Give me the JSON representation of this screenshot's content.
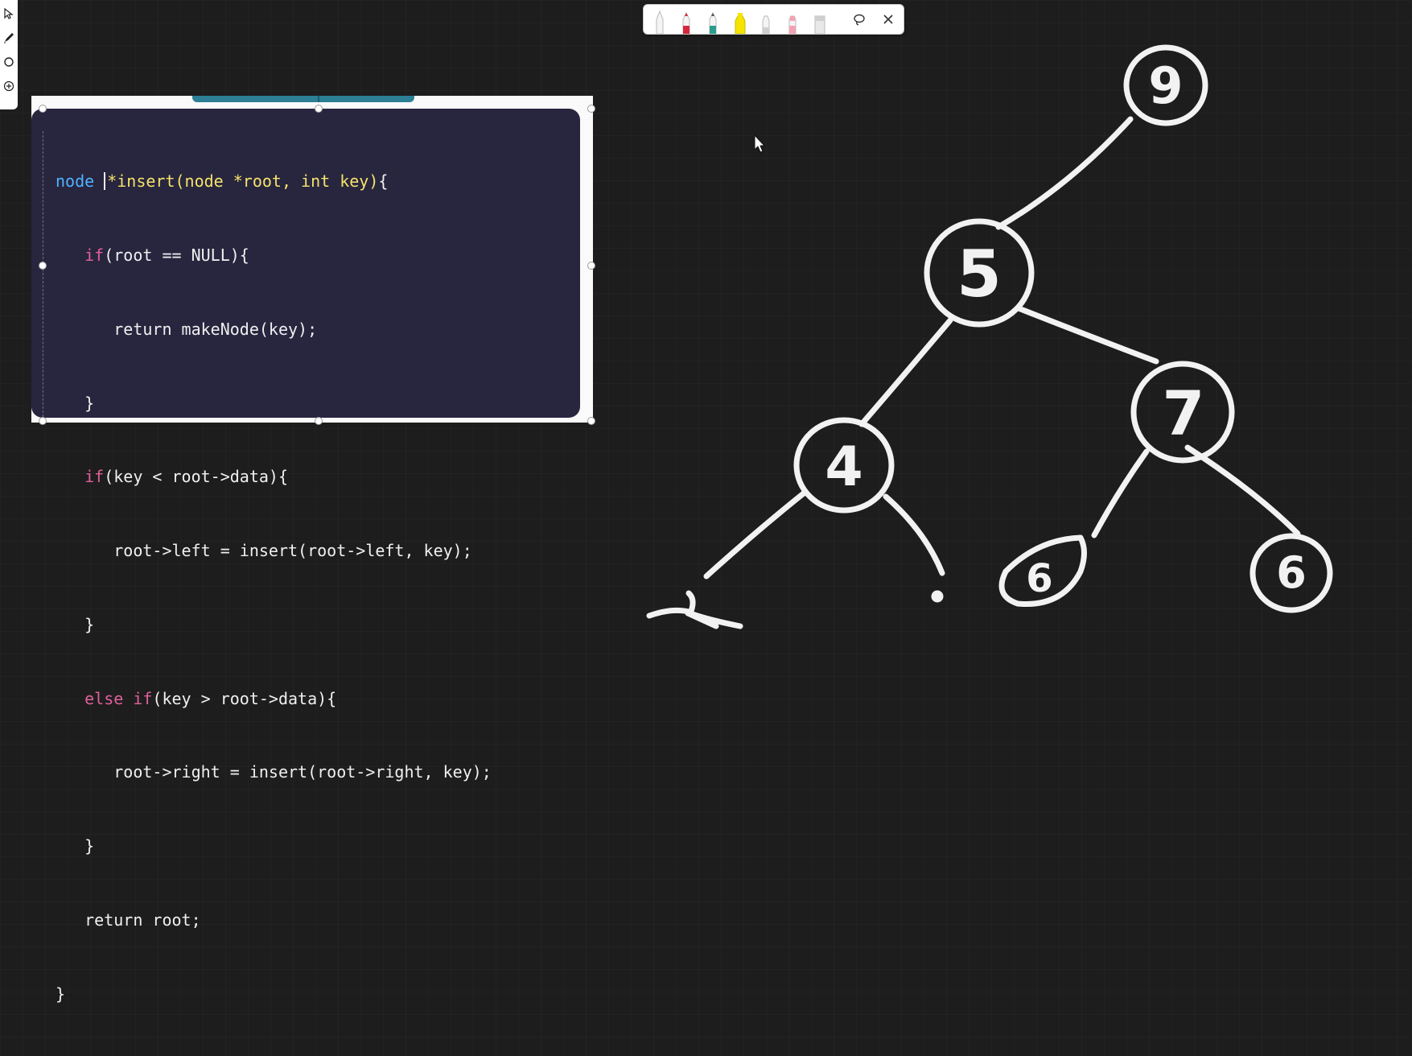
{
  "toolbar": {
    "pens": [
      {
        "name": "white-pen",
        "color": "#e8e8e8"
      },
      {
        "name": "red-pen",
        "color": "#d7263d"
      },
      {
        "name": "teal-pen",
        "color": "#2a9d8f"
      },
      {
        "name": "yellow-highlighter",
        "color": "#f5e400"
      },
      {
        "name": "gray-pen",
        "color": "#bcbcbc"
      },
      {
        "name": "pink-pen",
        "color": "#f2a3b3"
      },
      {
        "name": "eraser",
        "color": "#d9d9d9"
      }
    ],
    "lasso_icon": "lasso-icon",
    "close_icon": "close-icon"
  },
  "side_tools": [
    "pointer-icon",
    "pen-icon",
    "shape-icon",
    "add-icon"
  ],
  "code": {
    "lines": [
      "node *insert(node *root, int key){",
      "   if(root == NULL){",
      "      return makeNode(key);",
      "   }",
      "   if(key < root->data){",
      "      root->left = insert(root->left, key);",
      "   }",
      "   else if(key > root->data){",
      "      root->right = insert(root->right, key);",
      "   }",
      "   return root;",
      "}"
    ],
    "colors": {
      "keyword_blue": "#4fb3ff",
      "keyword_yellow": "#f5e36b",
      "keyword_pink": "#e0609a",
      "text": "#f0f0f0",
      "panel_bg": "#28253f"
    }
  },
  "tree": {
    "stroke_color": "#f2f2f2",
    "nodes": [
      {
        "id": "n9",
        "label": "9"
      },
      {
        "id": "n5",
        "label": "5"
      },
      {
        "id": "n7",
        "label": "7"
      },
      {
        "id": "n4",
        "label": "4"
      },
      {
        "id": "n6a",
        "label": "6"
      },
      {
        "id": "n6b",
        "label": "6"
      }
    ],
    "partial_label": "2"
  }
}
